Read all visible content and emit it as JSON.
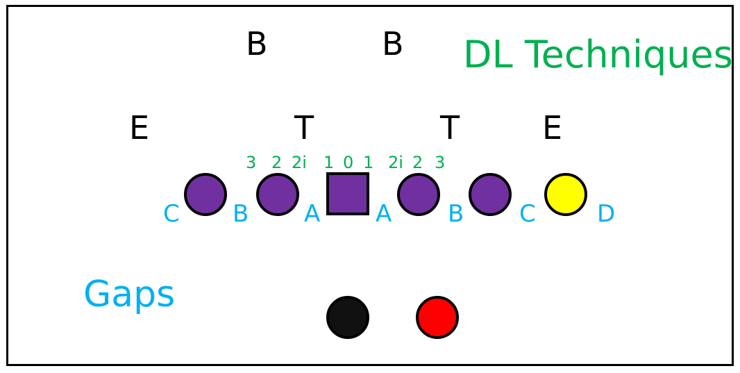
{
  "title": {
    "text": "DL Techniques",
    "color": "#00b050"
  },
  "gaps_title": {
    "text": "Gaps",
    "color": "#00b0f0"
  },
  "linebackers": [
    {
      "label": "B"
    },
    {
      "label": "B"
    }
  ],
  "line_positions": [
    {
      "label": "E"
    },
    {
      "label": "T"
    },
    {
      "label": "T"
    },
    {
      "label": "E"
    }
  ],
  "technique_numbers": [
    "3",
    "2",
    "2i",
    "1",
    "0",
    "1",
    "2i",
    "2",
    "3"
  ],
  "technique_color": "#00b050",
  "gap_letters": [
    "C",
    "B",
    "A",
    "A",
    "B",
    "C",
    "D"
  ],
  "gap_color": "#00b0f0",
  "linemen": [
    {
      "role": "left-tackle",
      "shape": "circle",
      "fill": "#7030a0"
    },
    {
      "role": "left-guard",
      "shape": "circle",
      "fill": "#7030a0"
    },
    {
      "role": "center",
      "shape": "square",
      "fill": "#7030a0"
    },
    {
      "role": "right-guard",
      "shape": "circle",
      "fill": "#7030a0"
    },
    {
      "role": "right-tackle",
      "shape": "circle",
      "fill": "#7030a0"
    },
    {
      "role": "tight-end",
      "shape": "circle",
      "fill": "#ffff00"
    }
  ],
  "backs": [
    {
      "role": "back-1",
      "fill": "#111111"
    },
    {
      "role": "back-2",
      "fill": "#ff0000"
    }
  ]
}
